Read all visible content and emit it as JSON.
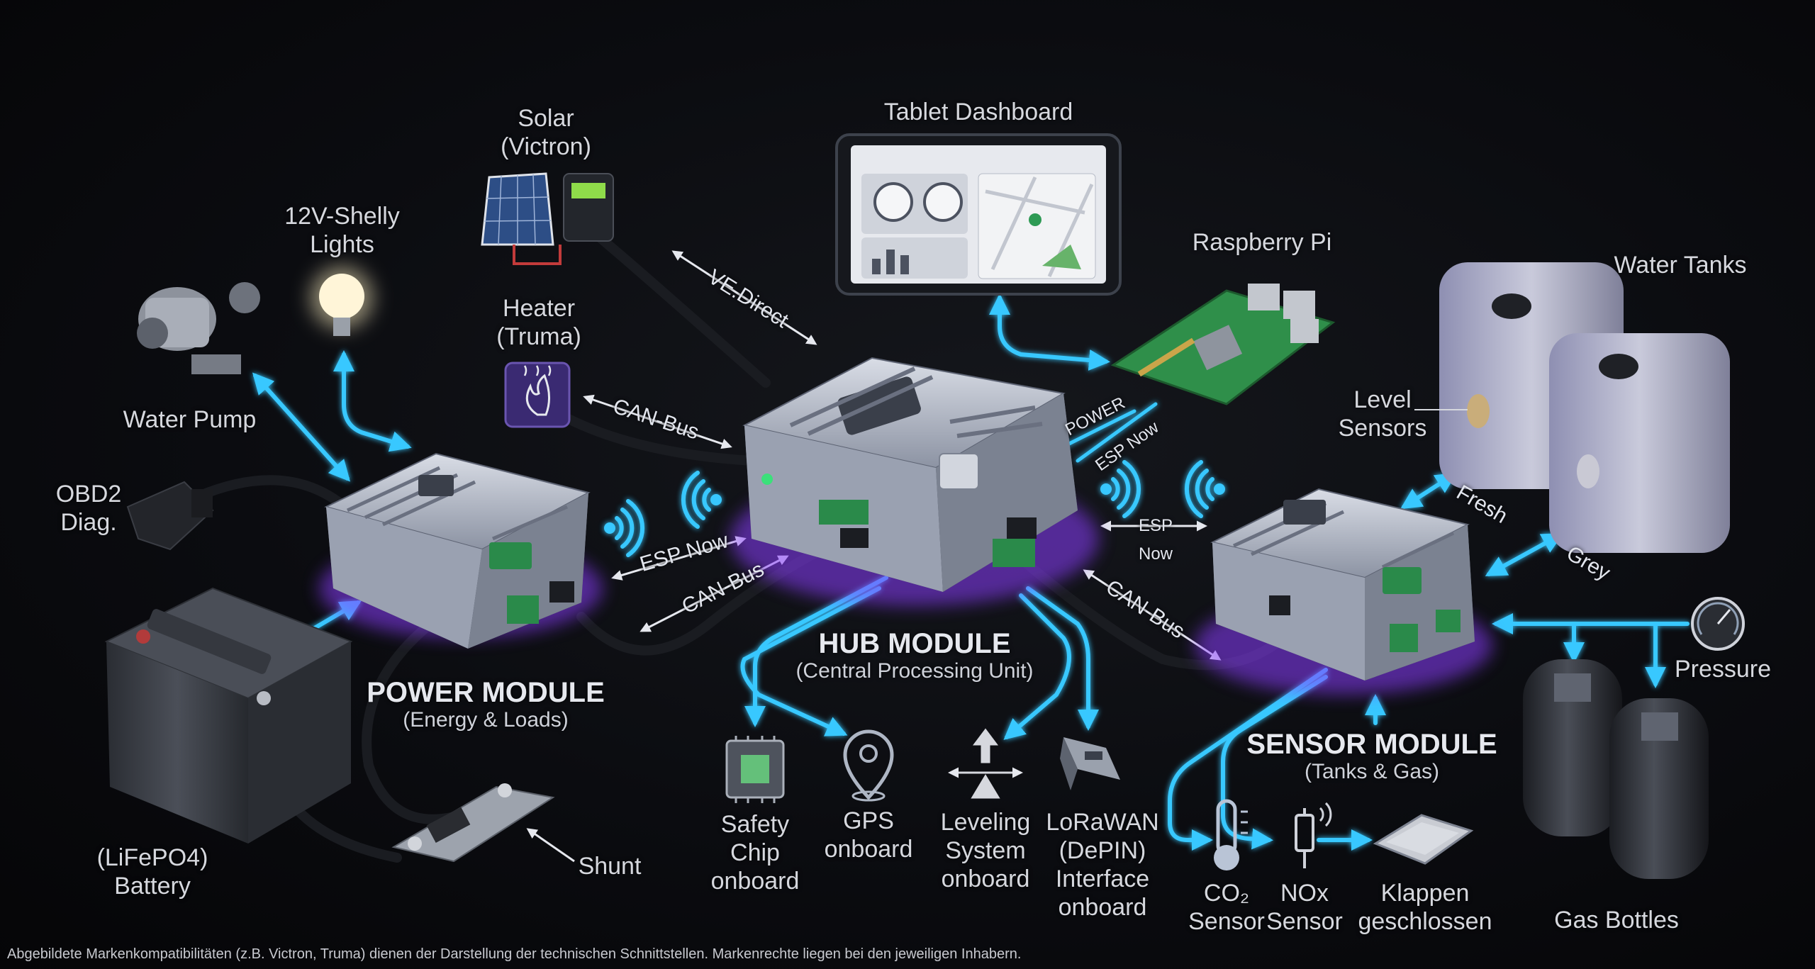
{
  "colors": {
    "background": "#07080b",
    "connector": "#38c8ff",
    "glow": "#8b3dff",
    "module_body": "#aeb4c2",
    "cable": "#1d1f24",
    "label": "#d6d8de"
  },
  "devices": {
    "tablet": {
      "label": "Tablet Dashboard"
    },
    "raspberry_pi": {
      "label": "Raspberry Pi"
    },
    "solar": {
      "label": "Solar\n(Victron)"
    },
    "heater": {
      "label": "Heater\n(Truma)"
    },
    "lights": {
      "label": "12V-Shelly\nLights"
    },
    "water_pump": {
      "label": "Water Pump"
    },
    "obd2": {
      "label": "OBD2\nDiag."
    },
    "battery": {
      "label": "(LiFePO4)\nBattery"
    },
    "shunt": {
      "label": "Shunt"
    },
    "water_tanks": {
      "label": "Water Tanks"
    },
    "level_sensors": {
      "label": "Level\nSensors"
    },
    "pressure": {
      "label": "Pressure"
    },
    "gas_bottles": {
      "label": "Gas Bottles"
    }
  },
  "modules": {
    "hub": {
      "title": "HUB MODULE",
      "subtitle": "(Central Processing Unit)"
    },
    "power": {
      "title": "POWER MODULE",
      "subtitle": "(Energy & Loads)"
    },
    "sensor": {
      "title": "SENSOR MODULE",
      "subtitle": "(Tanks & Gas)"
    }
  },
  "links": {
    "ve_direct": "VE.Direct",
    "can_bus_heater": "CAN-Bus",
    "esp_now_power": "ESP Now",
    "can_bus_power": "CAN-Bus",
    "power_pi": "POWER",
    "esp_now_pi": "ESP Now",
    "esp_now_sensor": "ESP Now",
    "can_bus_sensor": "CAN-Bus",
    "fresh": "Fresh",
    "grey": "Grey"
  },
  "hub_features": [
    {
      "label": "Safety\nChip\nonboard",
      "icon": "chip-icon"
    },
    {
      "label": "GPS\nonboard",
      "icon": "location-pin-icon"
    },
    {
      "label": "Leveling\nSystem\nonboard",
      "icon": "leveling-icon"
    },
    {
      "label": "LoRaWAN\n(DePIN)\nInterface\nonboard",
      "icon": "lora-module-icon"
    }
  ],
  "sensor_features": [
    {
      "label": "CO₂\nSensor",
      "icon": "thermometer-icon"
    },
    {
      "label": "NOx\nSensor",
      "icon": "nox-sensor-icon"
    },
    {
      "label": "Klappen\ngeschlossen",
      "icon": "flap-switch-icon"
    }
  ],
  "disclaimer": "Abgebildete Markenkompatibilitäten (z.B. Victron, Truma) dienen der Darstellung der technischen Schnittstellen. Markenrechte liegen bei den jeweiligen Inhabern."
}
